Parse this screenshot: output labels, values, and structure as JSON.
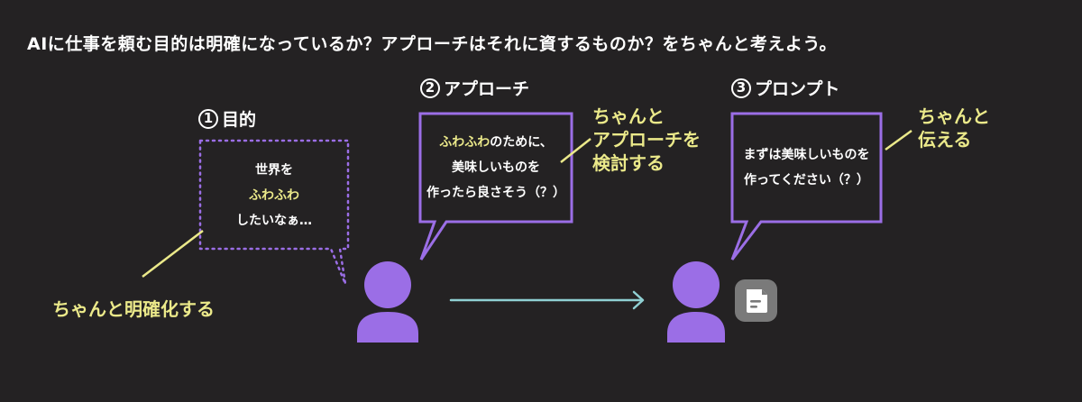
{
  "title": "AIに仕事を頼む目的は明確になっているか？アプローチはそれに資するものか？をちゃんと考えよう。",
  "steps": [
    {
      "number": "1",
      "label": "目的",
      "lines": [
        "世界を",
        "ふわふわ",
        "したいなぁ…"
      ],
      "note": "ちゃんと明確化する"
    },
    {
      "number": "2",
      "label": "アプローチ",
      "line1_accent": "ふわふわ",
      "line1_rest": "のために、",
      "lines": [
        "美味しいものを",
        "作ったら良さそう（？）"
      ],
      "note_lines": [
        "ちゃんと",
        "アプローチを",
        "検討する"
      ]
    },
    {
      "number": "3",
      "label": "プロンプト",
      "lines": [
        "まずは美味しいものを",
        "作ってください（？）"
      ],
      "note_lines": [
        "ちゃんと",
        "伝える"
      ]
    }
  ],
  "colors": {
    "background": "#242223",
    "purple": "#9b6ee6",
    "yellow": "#ebe98a",
    "teal": "#8fd0d3",
    "doc_icon_bg": "#7a7a7a"
  },
  "icons": [
    "person-icon",
    "person-icon",
    "document-icon",
    "arrow-right-icon"
  ]
}
